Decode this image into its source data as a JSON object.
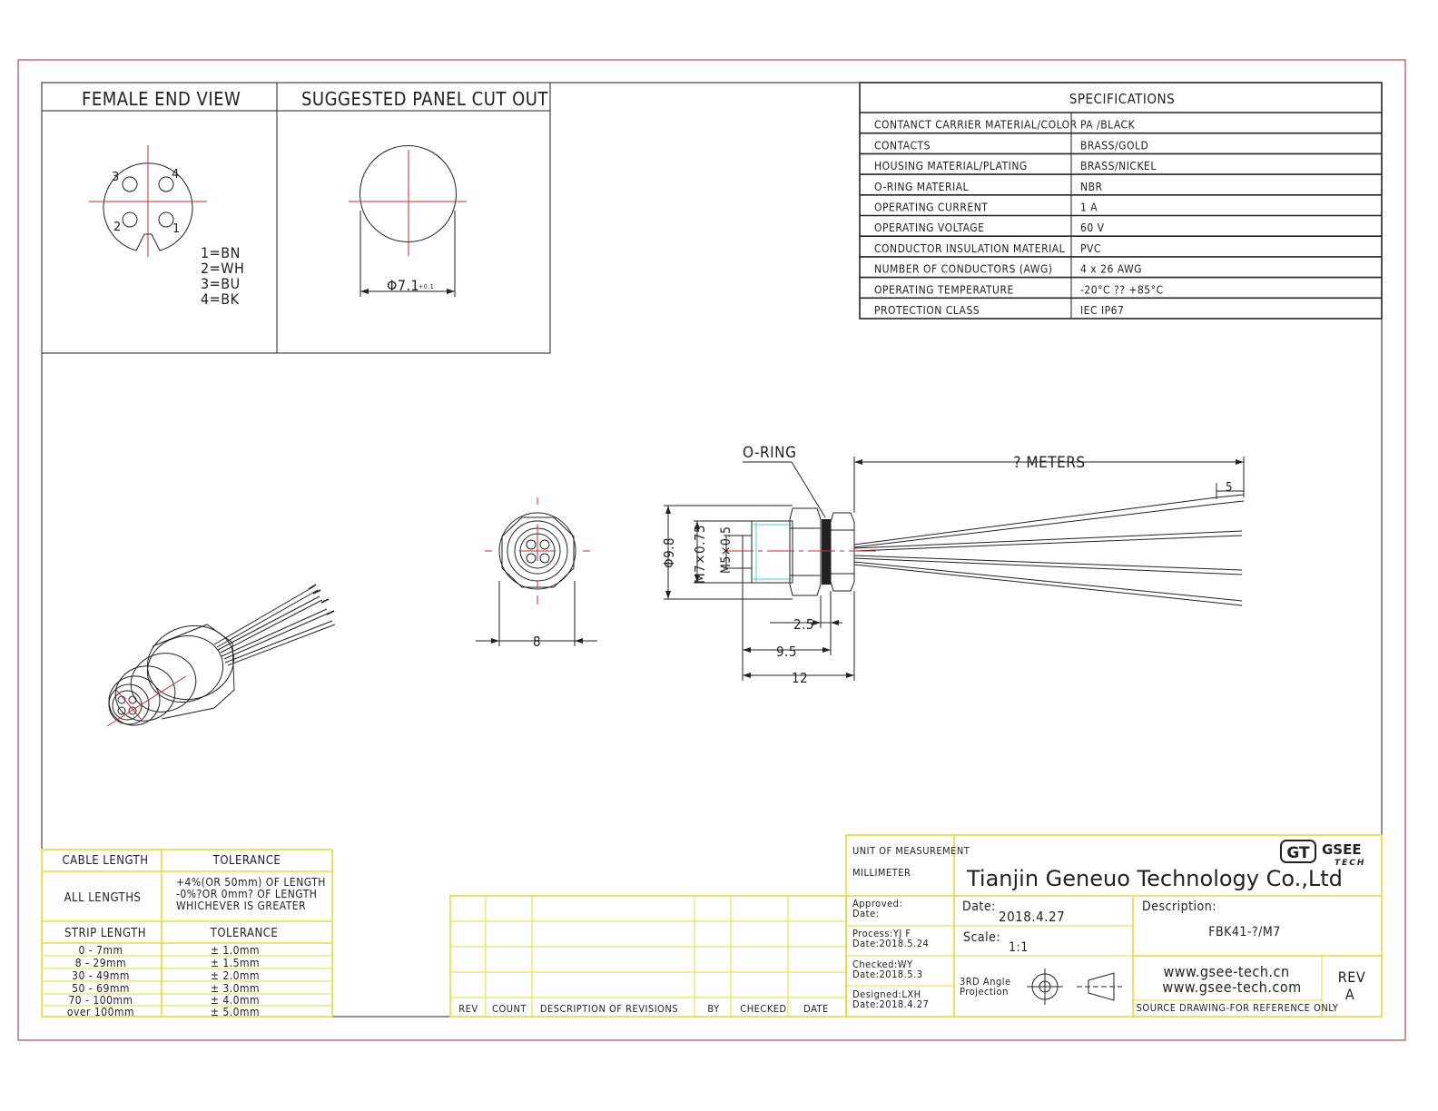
{
  "panels": {
    "female_end_view": "FEMALE END VIEW",
    "panel_cut_out": "SUGGESTED PANEL CUT OUT"
  },
  "pin_numbers": [
    "1",
    "2",
    "3",
    "4"
  ],
  "wire_legend": [
    "1=BN",
    "2=WH",
    "3=BU",
    "4=BK"
  ],
  "cutout_dimension": "Φ7.1",
  "cutout_tolerance": "+0.1",
  "specifications": {
    "title": "SPECIFICATIONS",
    "rows": [
      {
        "label": "CONTANCT CARRIER MATERIAL/COLOR",
        "value": "PA /BLACK"
      },
      {
        "label": "CONTACTS",
        "value": "BRASS/GOLD"
      },
      {
        "label": "HOUSING MATERIAL/PLATING",
        "value": "BRASS/NICKEL"
      },
      {
        "label": "O-RING  MATERIAL",
        "value": "NBR"
      },
      {
        "label": "OPERATING CURRENT",
        "value": "1 A"
      },
      {
        "label": "OPERATING VOLTAGE",
        "value": "60 V"
      },
      {
        "label": "CONDUCTOR INSULATION MATERIAL",
        "value": "PVC"
      },
      {
        "label": "NUMBER OF CONDUCTORS (AWG)",
        "value": "4 x 26 AWG"
      },
      {
        "label": "OPERATING TEMPERATURE",
        "value": "-20°C ?? +85°C"
      },
      {
        "label": "PROTECTION CLASS",
        "value": "IEC   IP67"
      }
    ]
  },
  "dimensions": {
    "o_ring": "O-RING",
    "meters": "? METERS",
    "strip": "5",
    "dia_9_8": "Φ9.8",
    "thread_m7": "M7×0.75",
    "m5": "M5×0.5",
    "width_8": "8",
    "d_2_5": "2.5",
    "d_9_5": "9.5",
    "d_12": "12"
  },
  "cable_table": {
    "h_len": "CABLE LENGTH",
    "h_tol": "TOLERANCE",
    "all_lengths": "ALL LENGTHS",
    "tol_lines": [
      "+4%(OR 50mm) OF LENGTH",
      "-0%?OR 0mm? OF LENGTH",
      "WHICHEVER  IS  GREATER"
    ],
    "s_len": "STRIP LENGTH",
    "s_tol": "TOLERANCE",
    "strip_rows": [
      {
        "len": "0 - 7mm",
        "tol": "± 1.0mm"
      },
      {
        "len": "8 - 29mm",
        "tol": "± 1.5mm"
      },
      {
        "len": "30 - 49mm",
        "tol": "± 2.0mm"
      },
      {
        "len": "50 - 69mm",
        "tol": "± 3.0mm"
      },
      {
        "len": "70 - 100mm",
        "tol": "± 4.0mm"
      },
      {
        "len": "over 100mm",
        "tol": "± 5.0mm"
      }
    ]
  },
  "revisions": {
    "headers": [
      "REV",
      "COUNT",
      "DESCRIPTION  OF  REVISIONS",
      "BY",
      "CHECKED",
      "DATE"
    ]
  },
  "title_block": {
    "unit_label": "UNIT OF MEASUREMENT",
    "unit_value": "MILLIMETER",
    "company": "Tianjin Geneuo Technology Co.,Ltd",
    "logo_mark": "GT",
    "logo_name": "GSEE",
    "logo_sub": "TECH",
    "approved_label": "Approved:",
    "approved_date": "Date:",
    "process": "Process:YJ F",
    "process_date": "Date:2018.5.24",
    "checked": "Checked:WY",
    "checked_date": "Date:2018.5.3",
    "designed": "Designed:LXH",
    "designed_date": "Date:2018.4.27",
    "date_label": "Date:",
    "date_value": "2018.4.27",
    "scale_label": "Scale:",
    "scale_value": "1:1",
    "projection_1": "3RD Angle",
    "projection_2": "Projection",
    "description_label": "Description:",
    "description_value": "FBK41-?/M7",
    "web_1": "www.gsee-tech.cn",
    "web_2": "www.gsee-tech.com",
    "source_note": "SOURCE DRAWING-FOR REFERENCE ONLY",
    "rev_label": "REV",
    "rev_value": "A"
  },
  "colors": {
    "outer_frame": "#b84a4a",
    "center_lines": "#cc2a2a",
    "table_lines": "#e8d83a",
    "thread_lines": "#4dd0d0"
  }
}
